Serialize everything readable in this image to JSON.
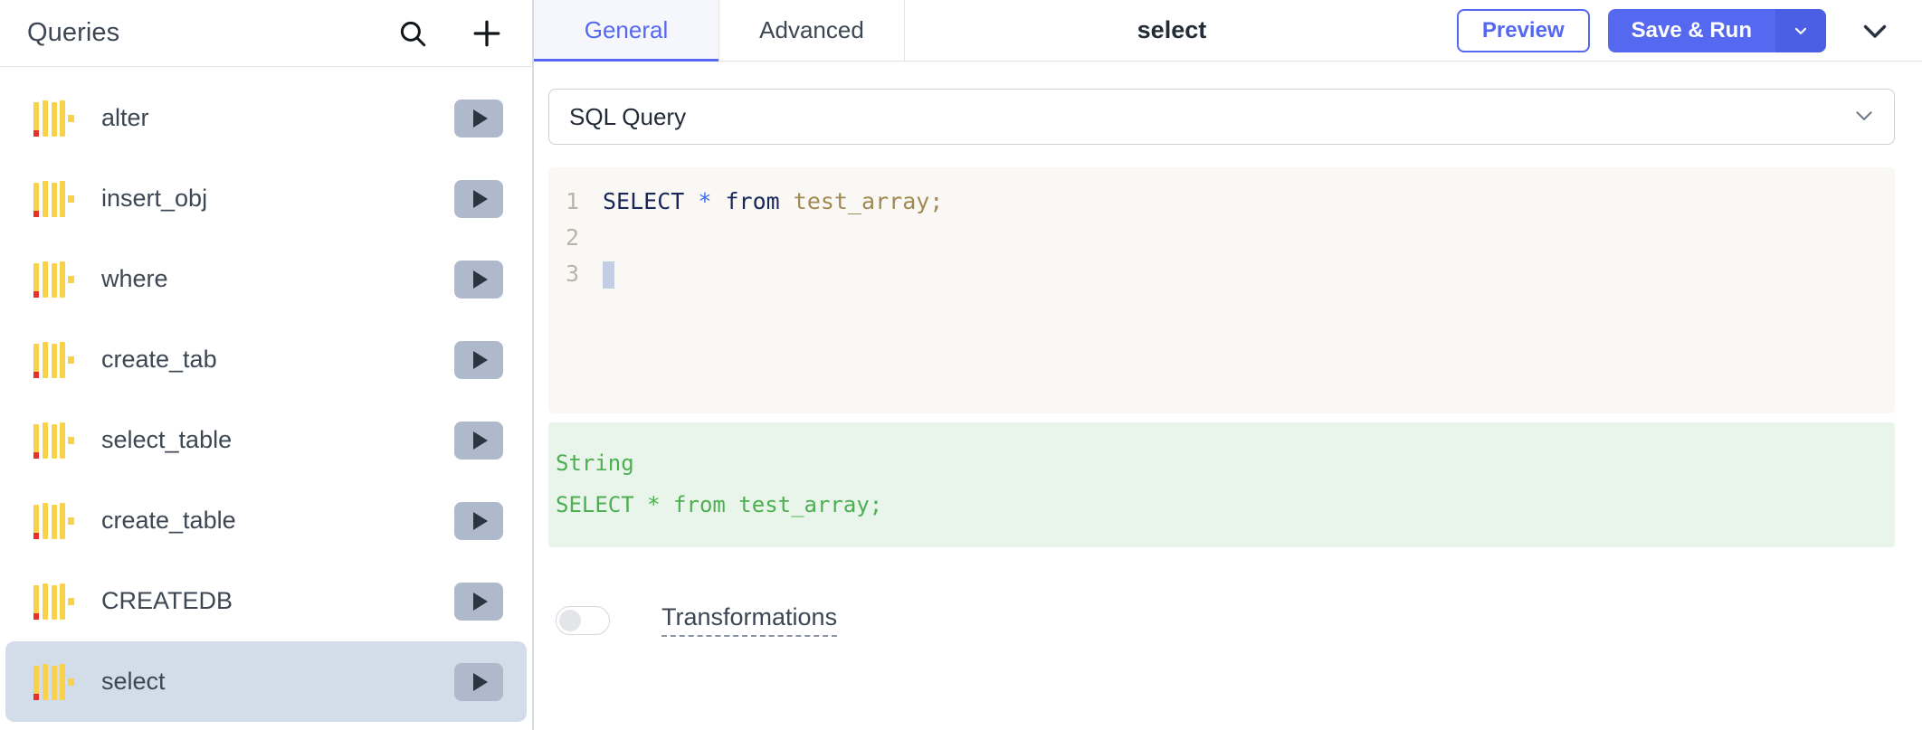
{
  "sidebar": {
    "title": "Queries",
    "search_icon": "search-icon",
    "add_icon": "plus-icon",
    "run_icon": "play-icon",
    "item_icon": "sql-barcode-icon",
    "items": [
      {
        "label": "alter",
        "selected": false
      },
      {
        "label": "insert_obj",
        "selected": false
      },
      {
        "label": "where",
        "selected": false
      },
      {
        "label": "create_tab",
        "selected": false
      },
      {
        "label": "select_table",
        "selected": false
      },
      {
        "label": "create_table",
        "selected": false
      },
      {
        "label": "CREATEDB",
        "selected": false
      },
      {
        "label": "select",
        "selected": true
      }
    ]
  },
  "toolbar": {
    "tabs": [
      {
        "label": "General",
        "active": true
      },
      {
        "label": "Advanced",
        "active": false
      }
    ],
    "title": "select",
    "preview_label": "Preview",
    "save_run_label": "Save & Run",
    "save_run_caret_icon": "chevron-down-icon",
    "collapse_icon": "chevron-down-icon"
  },
  "main": {
    "query_type": {
      "value": "SQL Query",
      "caret_icon": "chevron-down-icon"
    },
    "editor": {
      "lines": [
        {
          "number": "1",
          "tokens": [
            {
              "text": "SELECT",
              "type": "keyword"
            },
            {
              "text": " ",
              "type": "plain"
            },
            {
              "text": "*",
              "type": "star"
            },
            {
              "text": " ",
              "type": "plain"
            },
            {
              "text": "from",
              "type": "keyword"
            },
            {
              "text": " ",
              "type": "plain"
            },
            {
              "text": "test_array;",
              "type": "identifier"
            }
          ]
        },
        {
          "number": "2",
          "tokens": []
        },
        {
          "number": "3",
          "tokens": [],
          "cursor": true
        }
      ]
    },
    "result": {
      "type_label": "String",
      "value": "SELECT * from test_array;"
    },
    "transformations": {
      "label": "Transformations",
      "enabled": false
    }
  },
  "colors": {
    "accent": "#5468f0",
    "selected_row": "#d3dce9",
    "icon_yellow": "#f9d24a",
    "icon_red": "#e8312a",
    "result_text": "#4caf50",
    "result_bg": "#e9f5ea",
    "editor_bg": "#faf8f4",
    "play_btn_bg": "#aeb9cb"
  }
}
